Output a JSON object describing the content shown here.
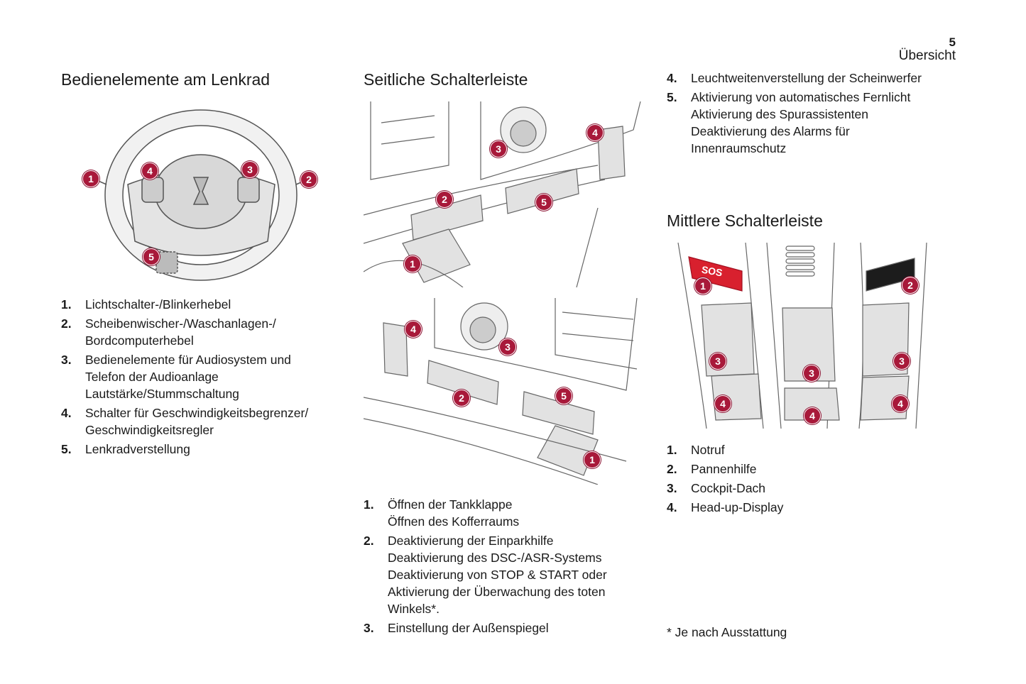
{
  "header": {
    "page_number": "5",
    "section": "Übersicht"
  },
  "steering": {
    "title": "Bedienelemente am Lenkrad",
    "markers": [
      "1",
      "4",
      "3",
      "2",
      "5"
    ],
    "items": [
      {
        "num": "1.",
        "text": "Lichtschalter-/Blinkerhebel"
      },
      {
        "num": "2.",
        "text": "Scheibenwischer-/Waschanlagen-/\nBordcomputerhebel"
      },
      {
        "num": "3.",
        "text": "Bedienelemente für Audiosystem und\nTelefon der Audioanlage\nLautstärke/Stummschaltung"
      },
      {
        "num": "4.",
        "text": "Schalter für Geschwindigkeitsbegrenzer/\nGeschwindigkeitsregler"
      },
      {
        "num": "5.",
        "text": "Lenkradverstellung"
      }
    ]
  },
  "side": {
    "title": "Seitliche Schalterleiste",
    "top_markers": [
      "2",
      "3",
      "4",
      "5",
      "1"
    ],
    "bottom_markers": [
      "4",
      "3",
      "2",
      "5",
      "1"
    ],
    "items": [
      {
        "num": "1.",
        "text": "Öffnen der Tankklappe\nÖffnen des Kofferraums"
      },
      {
        "num": "2.",
        "text": "Deaktivierung der Einparkhilfe\nDeaktivierung des DSC-/ASR-Systems\nDeaktivierung von STOP & START oder\nAktivierung der Überwachung des toten\nWinkels*."
      },
      {
        "num": "3.",
        "text": "Einstellung der Außenspiegel"
      }
    ],
    "continued": [
      {
        "num": "4.",
        "text": "Leuchtweitenverstellung der Scheinwerfer"
      },
      {
        "num": "5.",
        "text": "Aktivierung von automatisches Fernlicht\nAktivierung des Spurassistenten\nDeaktivierung des Alarms für\nInnenraumschutz"
      }
    ]
  },
  "middle": {
    "title": "Mittlere Schalterleiste",
    "sos_label": "SOS",
    "markers": [
      "1",
      "2",
      "3",
      "4",
      "3",
      "4",
      "3",
      "4"
    ],
    "items": [
      {
        "num": "1.",
        "text": "Notruf"
      },
      {
        "num": "2.",
        "text": "Pannenhilfe"
      },
      {
        "num": "3.",
        "text": "Cockpit-Dach"
      },
      {
        "num": "4.",
        "text": "Head-up-Display"
      }
    ]
  },
  "footnote": "* Je nach Ausstattung",
  "colors": {
    "marker": "#a8193a",
    "sos": "#d8202e",
    "text": "#1a1a1a"
  }
}
